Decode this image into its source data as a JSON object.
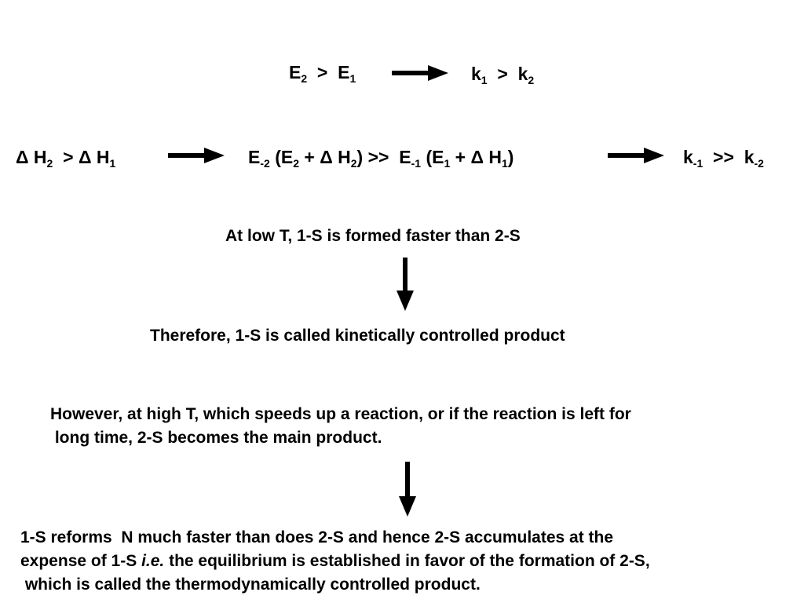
{
  "row1": {
    "left": {
      "a": "E",
      "a_sub": "2",
      "op": ">",
      "b": "E",
      "b_sub": "1"
    },
    "right": {
      "a": "k",
      "a_sub": "1",
      "op": ">",
      "b": "k",
      "b_sub": "2"
    }
  },
  "row2": {
    "left": {
      "delta": "Δ",
      "a": "H",
      "a_sub": "2",
      "op": ">",
      "b": "H",
      "b_sub": "1"
    },
    "middle": {
      "e1": "E",
      "e1_sub": "-2",
      "open1": "(E",
      "open1_sub": "2",
      "plus": "+",
      "h1": "H",
      "h1_sub": "2",
      "close1": ") >>",
      "e2": "E",
      "e2_sub": "-1",
      "open2": "(E",
      "open2_sub": "1",
      "h2": "H",
      "h2_sub": "1",
      "close2": ")"
    },
    "right": {
      "a": "k",
      "a_sub": "-1",
      "op": ">>",
      "b": "k",
      "b_sub": "-2"
    }
  },
  "statement1": "At low T, 1-S is formed faster than 2-S",
  "statement2": "Therefore, 1-S is called kinetically controlled product",
  "statement3": {
    "line1": "However, at high T, which speeds up a reaction, or if the reaction is left for",
    "line2": " long time, 2-S becomes the main product."
  },
  "statement4": {
    "line1": "1-S reforms  N much faster than does 2-S and hence 2-S accumulates at the",
    "line2_pre": "expense of 1-S ",
    "line2_ie": "i.e.",
    "line2_post": " the equilibrium is established in favor of the formation of 2-S,",
    "line3": " which is called the thermodynamically controlled product."
  }
}
